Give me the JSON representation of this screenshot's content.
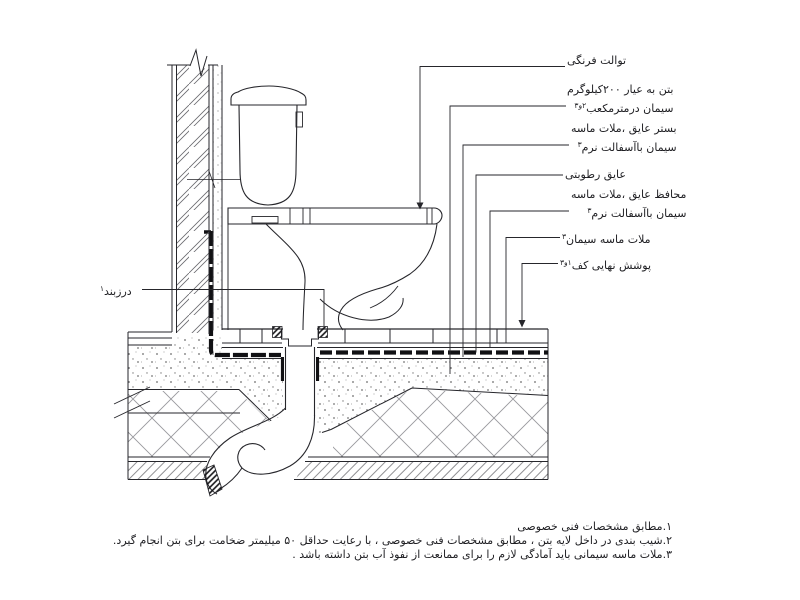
{
  "figure": {
    "background": "#ffffff",
    "ink": "#26262b",
    "hatch_gray": "#8f8f94",
    "labels": {
      "toilet": {
        "text": "توالت فرنگی"
      },
      "concrete": {
        "line1": "بتن به عیار ۲۰۰کیلوگرم",
        "line2": "سیمان درمترمکعب",
        "ref": "۲و۳"
      },
      "insulation_bed": {
        "line1": "بستر عایق ،ملات ماسه",
        "line2": "سیمان باآسفالت نرم",
        "ref": "۳"
      },
      "moisture_insulation": {
        "text": "عایق رطوبتی"
      },
      "insulation_protector": {
        "line1": "محافظ عایق ،ملات ماسه",
        "line2": "سیمان باآسفالت نرم",
        "ref": "۳"
      },
      "cement_sand_mortar": {
        "text": "ملات ماسه سیمان",
        "ref": "۳"
      },
      "floor_finish": {
        "text": "پوشش نهایی کف",
        "ref": "۱و۳"
      },
      "joint_sealant": {
        "text": "درزبند",
        "ref": "۱"
      }
    },
    "footnotes": [
      "۱.مطابق مشخصات فنی خصوصی",
      "۲.شیب بندی در داخل لایه بتن ، مطابق مشخصات فنی خصوصی ، با رعایت حداقل ۵۰ میلیمتر ضخامت برای بتن انجام گیرد.",
      "۳.ملات ماسه سیمانی باید آمادگی لازم را برای ممانعت از نفوذ آب بتن داشته باشد ."
    ]
  }
}
